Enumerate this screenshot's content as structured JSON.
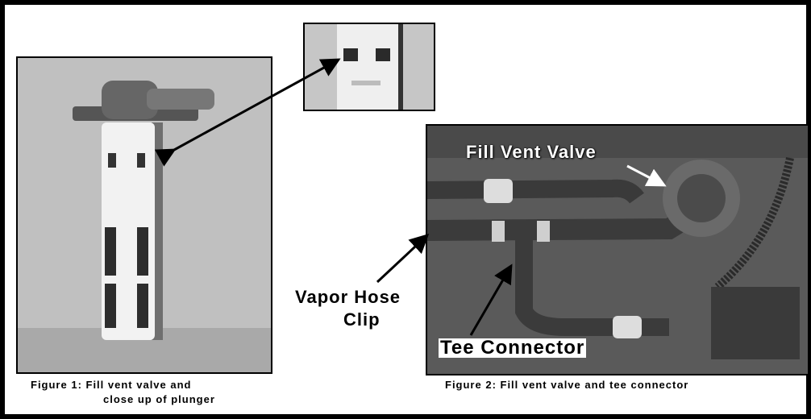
{
  "figure1": {
    "caption_line1": "Figure 1: Fill vent valve and",
    "caption_line2": "close up of plunger"
  },
  "figure2": {
    "caption": "Figure 2: Fill vent valve and tee connector",
    "label_fill_vent_valve": "Fill Vent Valve",
    "label_tee_connector": "Tee Connector"
  },
  "callout": {
    "vapor_hose_line1": "Vapor Hose",
    "vapor_hose_line2": "Clip"
  },
  "colors": {
    "frame": "#000000",
    "page": "#ffffff",
    "photo_bg": "#b9b9b9",
    "engine_bg": "#555555"
  }
}
